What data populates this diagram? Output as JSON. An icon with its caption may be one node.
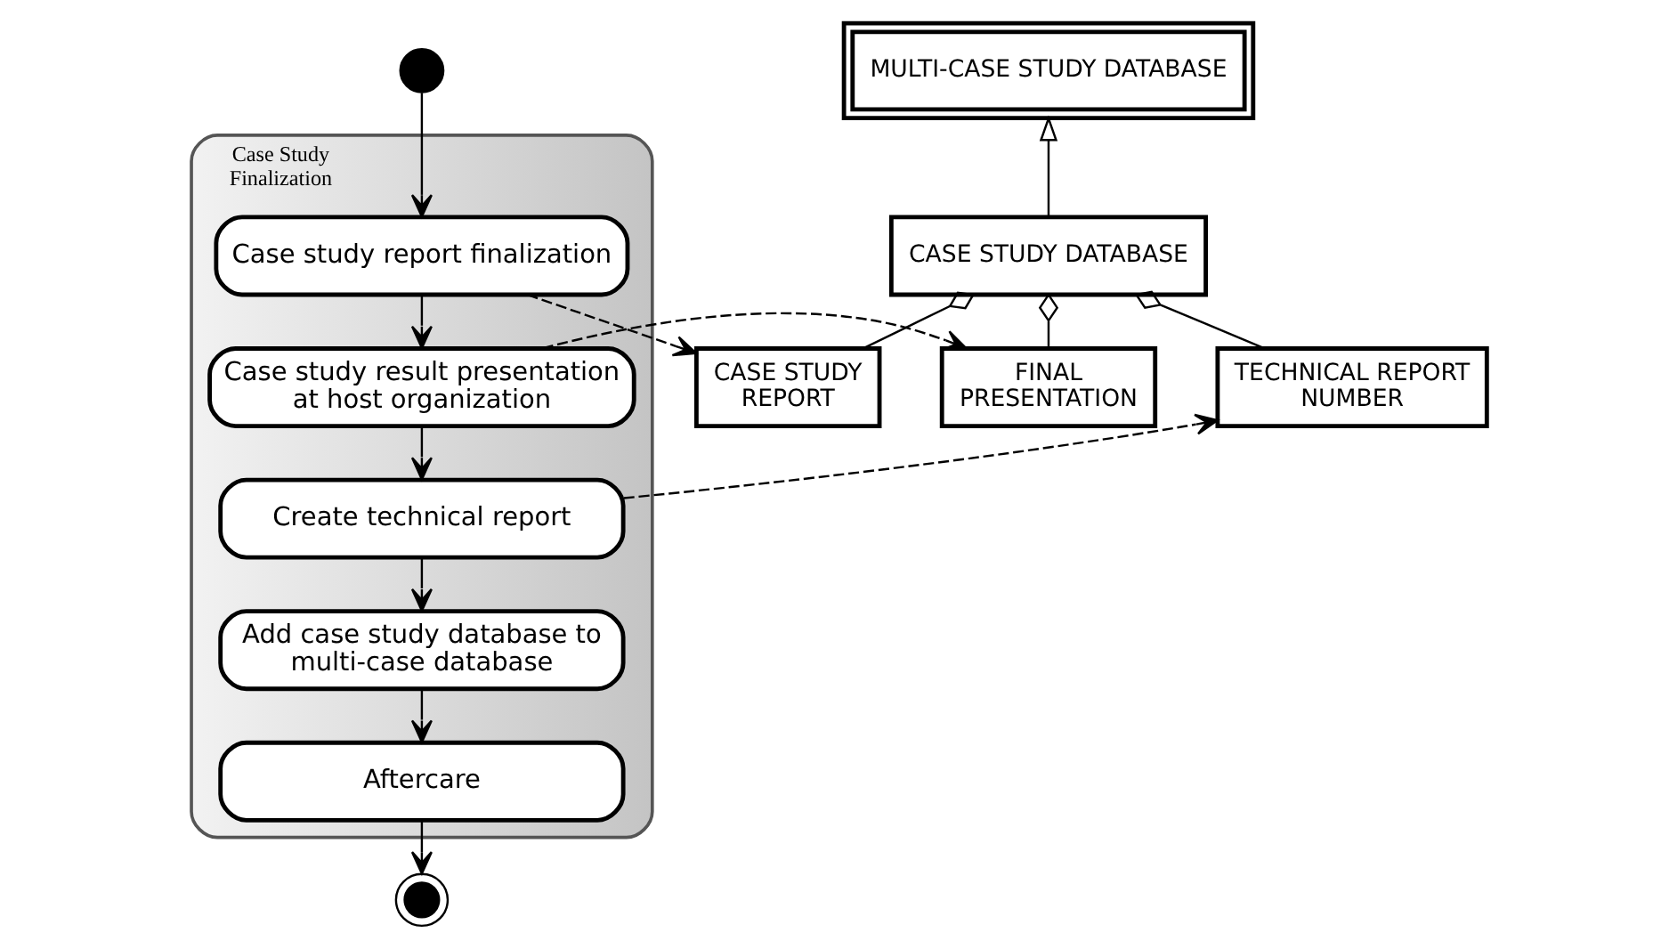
{
  "diagram": {
    "nodes": [
      {
        "text": [],
        "shape": "circle"
      },
      {
        "text": [
          "Case Study Finalization"
        ]
      },
      {
        "text": [
          "Case study report finalization"
        ],
        "in": 1
      },
      {
        "text": [
          "Case study result presentation at host organization"
        ],
        "in": 1
      },
      {
        "text": [
          "Create technical report"
        ],
        "in": 1
      },
      {
        "text": [
          "Add case study database to multi-case database"
        ],
        "in": 1
      },
      {
        "text": [
          "Aftercare"
        ],
        "in": 1
      },
      {
        "text": [],
        "shape": "circle"
      },
      {
        "text": [
          "CASE STUDY REPORT"
        ]
      },
      {
        "text": [
          "FINAL PRESENTATION"
        ]
      },
      {
        "text": [
          "TECHNICAL REPORT NUMBER"
        ]
      },
      {
        "text": [
          "MULTI-CASE STUDY DATABASE"
        ]
      },
      {
        "text": [
          "CASE STUDY DATABASE"
        ]
      }
    ],
    "edges": [
      {
        "from": 0,
        "to": 2,
        "arrow": "to"
      },
      {
        "from": 2,
        "to": 3,
        "arrow": "to"
      },
      {
        "from": 3,
        "to": 4,
        "arrow": "to"
      },
      {
        "from": 4,
        "to": 5,
        "arrow": "to"
      },
      {
        "from": 5,
        "to": 6,
        "arrow": "to"
      },
      {
        "from": 6,
        "to": 7,
        "arrow": "to"
      },
      {
        "from": 2,
        "to": 8,
        "arrow": "to",
        "style": "dashed"
      },
      {
        "from": 3,
        "to": 9,
        "arrow": "to",
        "style": "dashed"
      },
      {
        "from": 4,
        "to": 10,
        "arrow": "to",
        "style": "dashed"
      },
      {
        "from": 12,
        "to": 11,
        "arrow": "to"
      },
      {
        "from": 8,
        "to": 12,
        "arrow": "other"
      },
      {
        "from": 9,
        "to": 12,
        "arrow": "other"
      },
      {
        "from": 10,
        "to": 12,
        "arrow": "other"
      }
    ]
  }
}
